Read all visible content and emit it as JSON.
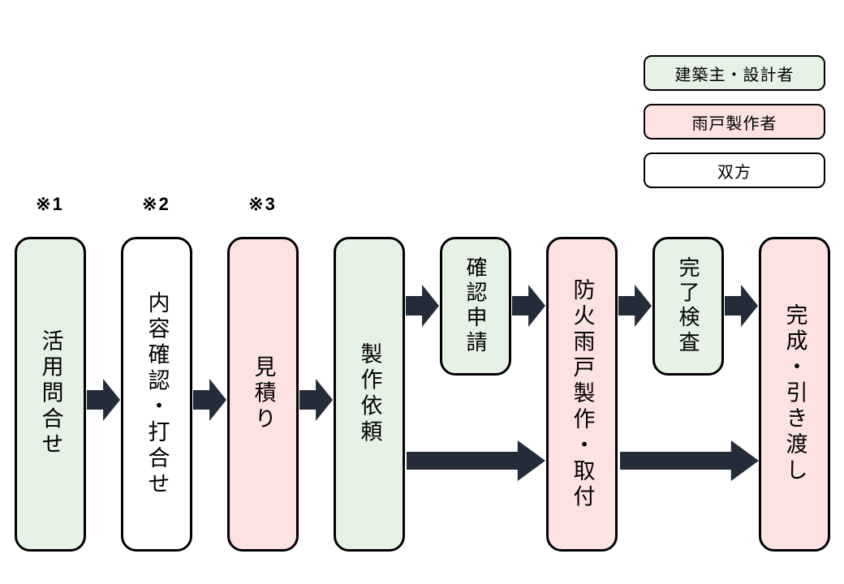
{
  "legend": {
    "items": [
      {
        "label": "建築主・設計者",
        "color_key": "green"
      },
      {
        "label": "雨戸製作者",
        "color_key": "pink"
      },
      {
        "label": "双方",
        "color_key": "white"
      }
    ]
  },
  "annotations": [
    {
      "label": "※1"
    },
    {
      "label": "※2"
    },
    {
      "label": "※3"
    }
  ],
  "steps": [
    {
      "label": "活用問合せ",
      "color_key": "green",
      "size": "tall"
    },
    {
      "label": "内容確認・打合せ",
      "color_key": "white",
      "size": "tall"
    },
    {
      "label": "見積り",
      "color_key": "pink",
      "size": "tall"
    },
    {
      "label": "製作依頼",
      "color_key": "green",
      "size": "tall"
    },
    {
      "label": "確認申請",
      "color_key": "green",
      "size": "small"
    },
    {
      "label": "防火雨戸製作・取付",
      "color_key": "pink",
      "size": "tall"
    },
    {
      "label": "完了検査",
      "color_key": "green",
      "size": "small"
    },
    {
      "label": "完成・引き渡し",
      "color_key": "pink",
      "size": "tall"
    }
  ],
  "colors": {
    "green": "#e6f2e6",
    "pink": "#fde2e2",
    "white": "#ffffff",
    "arrow": "#232c38",
    "border": "#000000"
  }
}
